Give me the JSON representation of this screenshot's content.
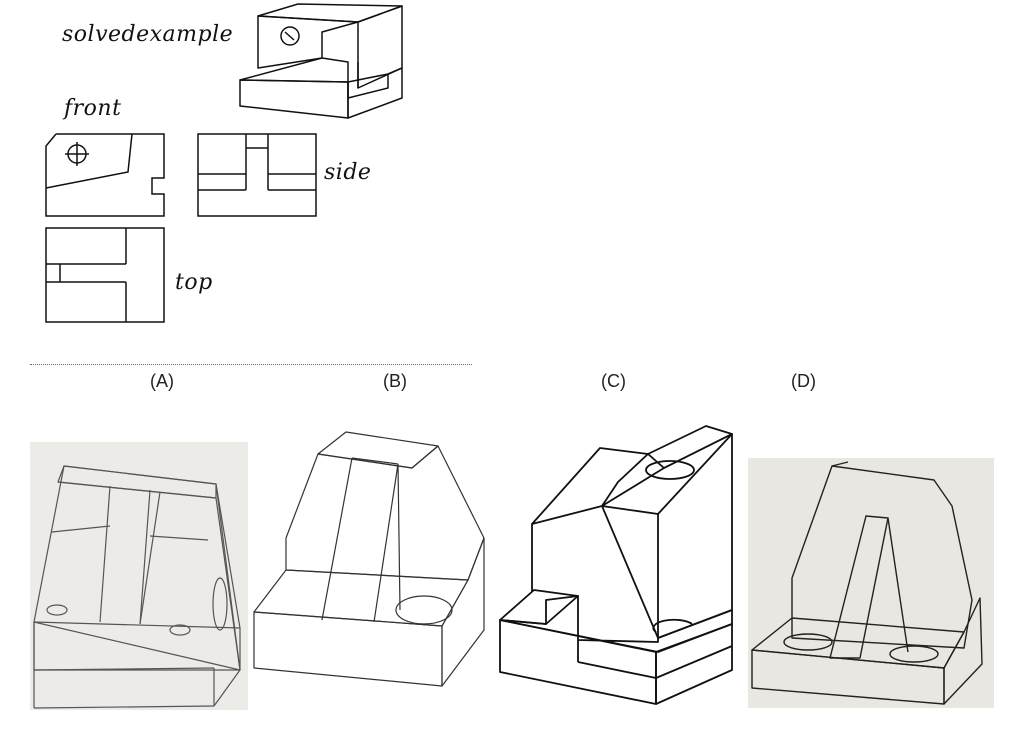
{
  "header": {
    "title": "solvedexample",
    "view_front": "front",
    "view_side": "side",
    "view_top": "top"
  },
  "options": {
    "a": "(A)",
    "b": "(B)",
    "c": "(C)",
    "d": "(D)"
  },
  "colors": {
    "ink": "#111111",
    "photo_bg_a": "#ecebe8",
    "photo_bg_d": "#e9e7e2"
  }
}
